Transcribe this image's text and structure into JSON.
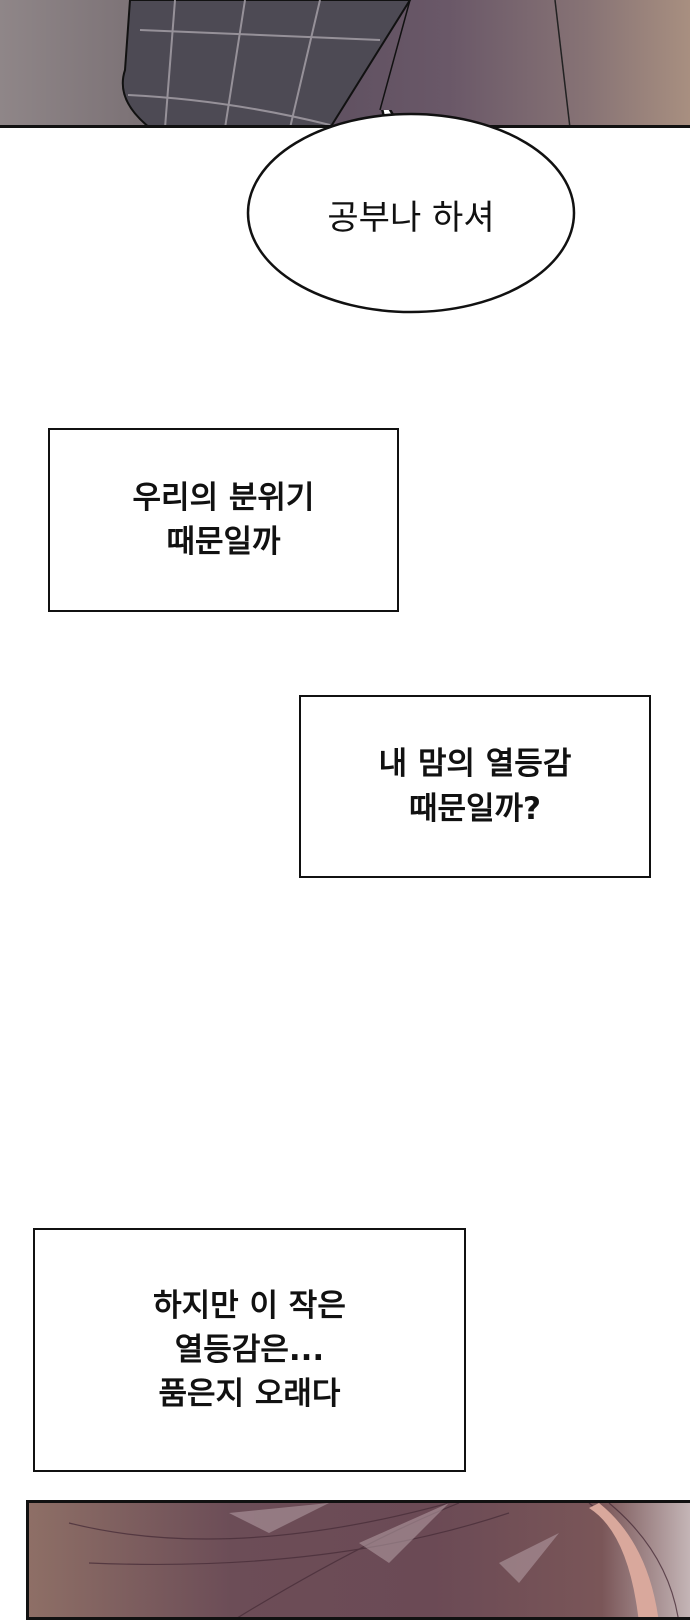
{
  "speech_bubble": {
    "text": "공부나 하셔"
  },
  "caption_boxes": [
    {
      "text": "우리의 분위기\n때문일까"
    },
    {
      "text": "내 맘의 열등감\n때문일까?"
    },
    {
      "text": "하지만 이 작은\n열등감은...\n품은지 오래다"
    }
  ]
}
